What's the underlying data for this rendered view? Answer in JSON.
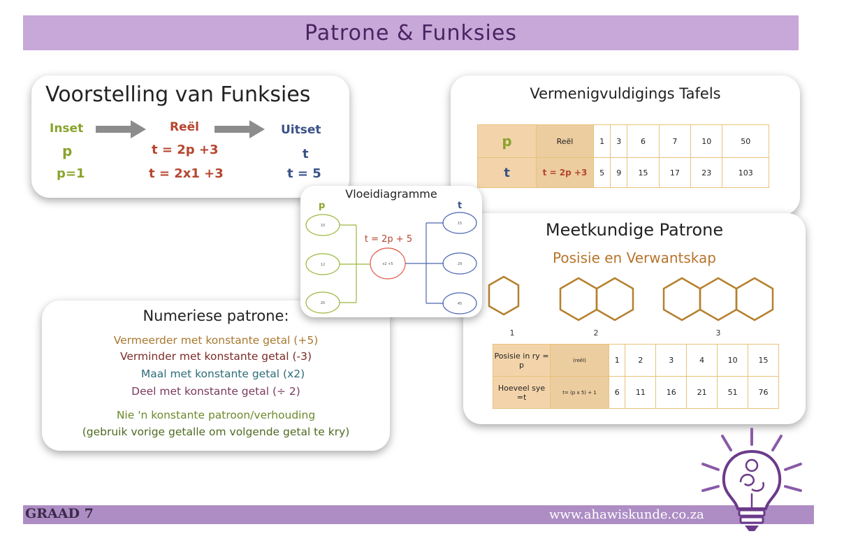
{
  "title": "Patrone & Funksies",
  "funcs": {
    "heading": "Voorstelling van Funksies",
    "inset": "Inset",
    "reel": "Reël",
    "uitset": "Uitset",
    "p": "p",
    "rule": "t = 2p +3",
    "t": "t",
    "p1": "p=1",
    "rule1": "t = 2x1 +3",
    "t5": "t = 5"
  },
  "tables": {
    "heading": "Vermenigvuldigings Tafels",
    "row1": [
      "p",
      "Reël",
      "1",
      "3",
      "6",
      "7",
      "10",
      "50"
    ],
    "row2": [
      "t",
      "t = 2p +3",
      "5",
      "9",
      "15",
      "17",
      "23",
      "103"
    ]
  },
  "flow": {
    "heading": "Vloeidiagramme",
    "p_label": "p",
    "t_label": "t",
    "rule": "t = 2p + 5",
    "center": "x2 +5",
    "inputs": [
      "10",
      "12",
      "20"
    ],
    "outputs": [
      "15",
      "29",
      "45"
    ]
  },
  "numeric": {
    "heading": "Numeriese patrone:",
    "l1": "Vermeerder met konstante getal (+5)",
    "l2": "Verminder met konstante getal (-3)",
    "l3": "Maal met konstante getal (x2)",
    "l4": "Deel met konstante getal (÷ 2)",
    "l5": "Nie 'n konstante patroon/verhouding",
    "l6": "(gebruik vorige getalle om volgende getal te kry)"
  },
  "geo": {
    "heading": "Meetkundige Patrone",
    "sub": "Posisie en Verwantskap",
    "fig_labels": [
      "1",
      "2",
      "3"
    ],
    "row1": [
      "Posisie in ry = p",
      "(reël)",
      "1",
      "2",
      "3",
      "4",
      "10",
      "15"
    ],
    "row2": [
      "Hoeveel sye =t",
      "t= (p x 5) + 1",
      "6",
      "11",
      "16",
      "21",
      "51",
      "76"
    ]
  },
  "footer": {
    "grade": "GRAAD 7",
    "url": "www.ahawiskunde.co.za"
  },
  "colors": {
    "title_bar": "#c7a8d9",
    "footer_bar": "#ad8dc4",
    "green": "#8aa32c",
    "brown": "#b5452f",
    "navy": "#3a5288",
    "hex": "#b5802e"
  }
}
